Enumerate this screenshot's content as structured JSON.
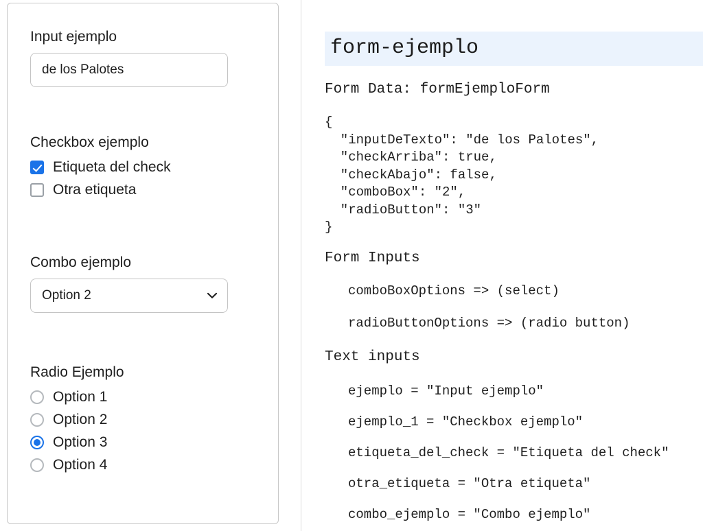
{
  "form": {
    "input_field": {
      "label": "Input ejemplo",
      "value": "de los Palotes",
      "placeholder": ""
    },
    "checkbox_group": {
      "label": "Checkbox ejemplo",
      "options": [
        {
          "label": "Etiqueta del check",
          "checked": true
        },
        {
          "label": "Otra etiqueta",
          "checked": false
        }
      ]
    },
    "combo_group": {
      "label": "Combo ejemplo",
      "selected": "Option 2",
      "chevron_icon": "chevron-down-icon"
    },
    "radio_group": {
      "label": "Radio Ejemplo",
      "options": [
        {
          "label": "Option 1",
          "selected": false
        },
        {
          "label": "Option 2",
          "selected": false
        },
        {
          "label": "Option 3",
          "selected": true
        },
        {
          "label": "Option 4",
          "selected": false
        }
      ]
    }
  },
  "doc": {
    "title": "form-ejemplo",
    "form_data_heading": "Form Data: formEjemploForm",
    "json_block": "{\n  \"inputDeTexto\": \"de los Palotes\",\n  \"checkArriba\": true,\n  \"checkAbajo\": false,\n  \"comboBox\": \"2\",\n  \"radioButton\": \"3\"\n}",
    "form_inputs_heading": "Form Inputs",
    "form_inputs": [
      "comboBoxOptions => (select)",
      "radioButtonOptions => (radio button)"
    ],
    "text_inputs_heading": "Text inputs",
    "text_inputs": [
      "ejemplo = \"Input ejemplo\"",
      "ejemplo_1 = \"Checkbox ejemplo\"",
      "etiqueta_del_check = \"Etiqueta del check\"",
      "otra_etiqueta = \"Otra etiqueta\"",
      "combo_ejemplo = \"Combo ejemplo\""
    ]
  },
  "colors": {
    "accent": "#1a73e8",
    "title_highlight": "#ebf3fd",
    "border": "#c4c4c4",
    "divider": "#dcdcdc"
  }
}
